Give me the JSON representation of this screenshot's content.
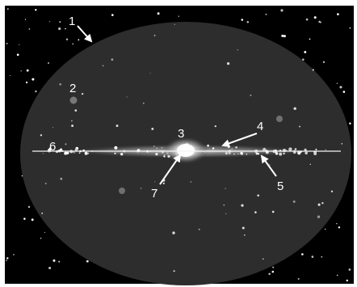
{
  "figure": {
    "colors": {
      "frame": "#ffffff",
      "sky": "#000000",
      "ellipse": "#2d2d2d",
      "plane_line": "#f4f4f4",
      "labels": "#ffffff",
      "arrows": "#ffffff",
      "bulge": "#ffffff",
      "dim_dots": "#777777"
    },
    "labels": [
      {
        "id": "1",
        "text": "1"
      },
      {
        "id": "2",
        "text": "2"
      },
      {
        "id": "3",
        "text": "3"
      },
      {
        "id": "4",
        "text": "4"
      },
      {
        "id": "5",
        "text": "5"
      },
      {
        "id": "6",
        "text": "6"
      },
      {
        "id": "7",
        "text": "7"
      }
    ]
  }
}
